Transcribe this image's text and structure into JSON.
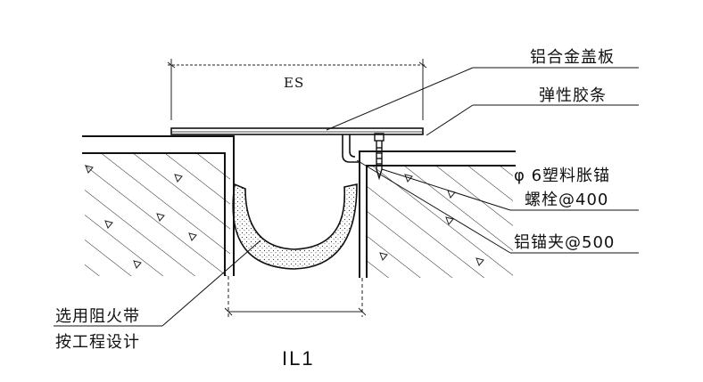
{
  "drawing": {
    "dimension_label": "ES",
    "callouts": {
      "cover_plate": "铝合金盖板",
      "rubber_strip": "弹性胶条",
      "anchor_bolt_line1": "φ 6塑料胀锚",
      "anchor_bolt_line2": "螺栓@400",
      "aluminum_clip": "铝锚夹@500",
      "fire_barrier_line1": "选用阻火带",
      "fire_barrier_line2": "按工程设计"
    },
    "title": "IL1"
  }
}
